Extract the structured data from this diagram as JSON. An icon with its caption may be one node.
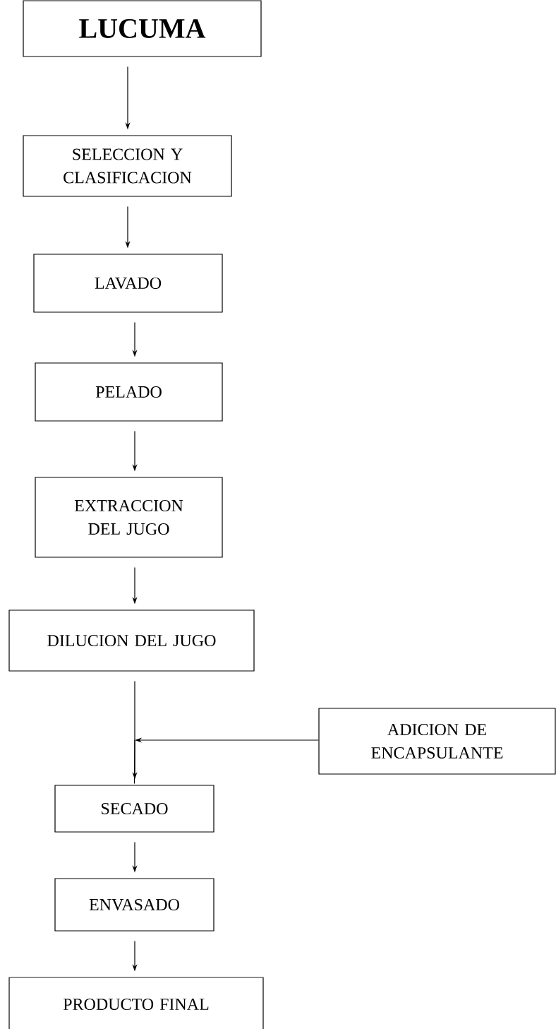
{
  "diagram": {
    "nodes": [
      {
        "text": [
          "LUCUMA"
        ]
      },
      {
        "text": [
          "SELECCION Y CLASIFICACION"
        ]
      },
      {
        "text": [
          "LAVADO"
        ]
      },
      {
        "text": [
          "PELADO"
        ]
      },
      {
        "text": [
          "EXTRACCION DEL JUGO"
        ]
      },
      {
        "text": [
          "DILUCION DEL JUGO"
        ]
      },
      {
        "text": [
          "ADICION DE ENCAPSULANTE"
        ]
      },
      {
        "text": [
          "SECADO"
        ]
      },
      {
        "text": [
          "ENVASADO"
        ]
      },
      {
        "text": [
          "PRODUCTO FINAL"
        ]
      }
    ],
    "edges": [
      {
        "from": 0,
        "to": 1,
        "arrow": "to"
      },
      {
        "from": 1,
        "to": 2,
        "arrow": "to"
      },
      {
        "from": 2,
        "to": 3,
        "arrow": "to"
      },
      {
        "from": 3,
        "to": 4,
        "arrow": "to"
      },
      {
        "from": 4,
        "to": 5,
        "arrow": "to"
      },
      {
        "from": 5,
        "to": 7,
        "arrow": "to"
      },
      {
        "from": 6,
        "to": 7,
        "arrow": "to"
      },
      {
        "from": 7,
        "to": 8,
        "arrow": "to"
      },
      {
        "from": 8,
        "to": 9,
        "arrow": "to"
      }
    ]
  }
}
